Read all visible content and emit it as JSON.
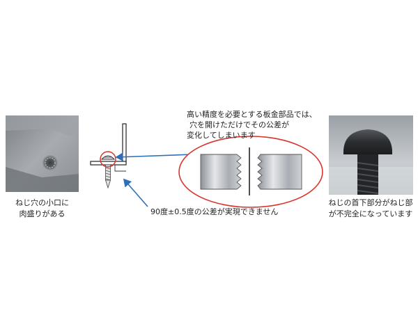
{
  "top_note": {
    "line1": "高い精度を必要とする板金部品では、",
    "line2": "穴を開けただけでその公差が",
    "line3": "変化してしまいます"
  },
  "bottom_note": "90度±0.5度の公差が実現できません",
  "left_caption": {
    "line1": "ねじ穴の小口に",
    "line2": "肉盛りがある"
  },
  "right_caption": {
    "line1": "ねじの首下部分がねじ部",
    "line2": "が不完全になっています"
  },
  "colors": {
    "arrow": "#2f6fb6",
    "highlight_ellipse": "#d9342b",
    "metal": "#b8bcc2"
  }
}
